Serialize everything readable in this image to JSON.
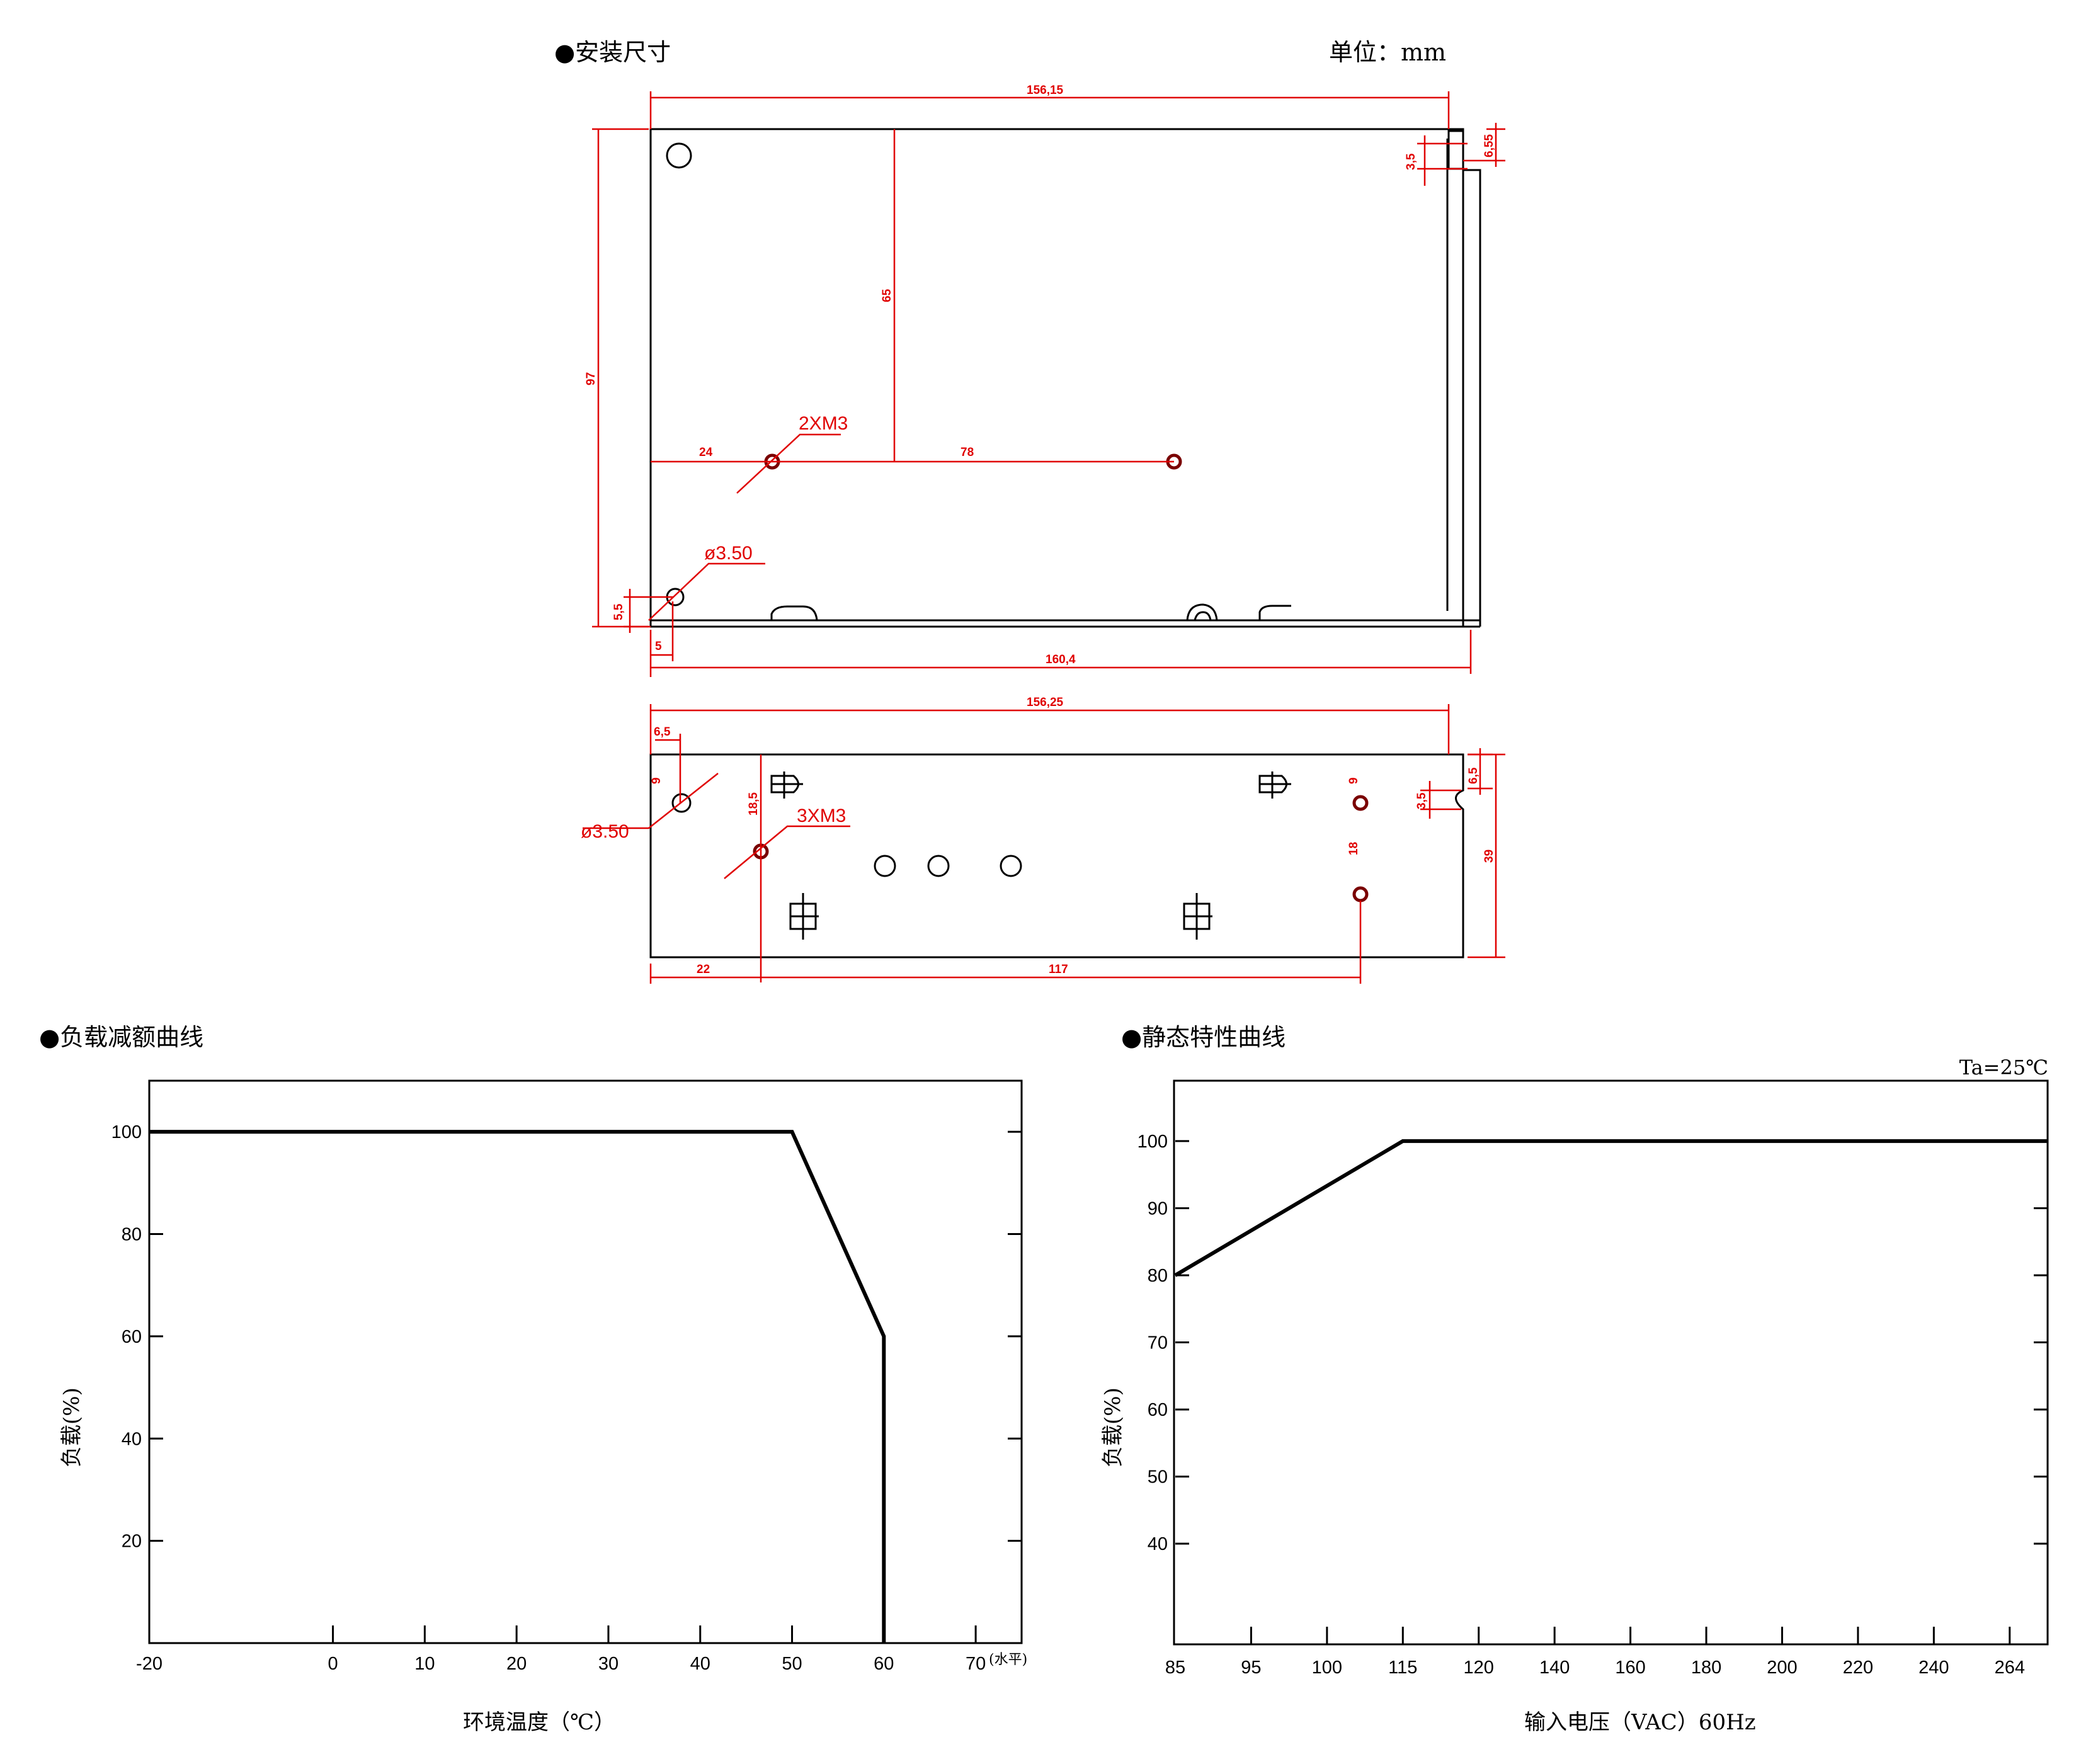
{
  "headers": {
    "install": "●安装尺寸",
    "unit": "单位：mm",
    "derating": "●负载减额曲线",
    "static": "●静态特性曲线"
  },
  "top_view": {
    "dims": {
      "overall_width": "156,15",
      "height": "97",
      "hole_from_top": "65",
      "hole_x1": "24",
      "hole_spacing": "78",
      "tab_small": "3,5",
      "tab_h": "6,55",
      "bottom_offset": "5,5",
      "left_offset": "5",
      "total_width": "160,4"
    },
    "callouts": {
      "screw": "2XM3",
      "hole": "ø3.50"
    }
  },
  "side_view": {
    "dims": {
      "overall_width": "156,25",
      "left_x": "6,5",
      "left_y": "9",
      "hole_y": "18,5",
      "right_top": "9",
      "right_spacing": "18",
      "tab_small": "3,5",
      "tab_h": "6,5",
      "height": "39",
      "left_span": "22",
      "hole_span": "117"
    },
    "callouts": {
      "screw": "3XM3",
      "hole": "ø3.50"
    }
  },
  "chart_data": [
    {
      "type": "line",
      "title": "负载减额曲线",
      "xlabel": "环境温度（℃）",
      "ylabel": "负载(%)",
      "x_ticks": [
        "-20",
        "0",
        "10",
        "20",
        "30",
        "40",
        "50",
        "60",
        "70"
      ],
      "y_ticks": [
        "20",
        "40",
        "60",
        "80",
        "100"
      ],
      "x_unit_note": "(水平)",
      "xlim": [
        -20,
        75
      ],
      "ylim": [
        0,
        110
      ],
      "series": [
        {
          "x": [
            -20,
            50,
            60,
            60
          ],
          "y": [
            100,
            100,
            60,
            0
          ]
        }
      ]
    },
    {
      "type": "line",
      "title": "静态特性曲线",
      "xlabel": "输入电压（VAC）60Hz",
      "ylabel": "负载(%)",
      "annotation": "Ta=25℃",
      "x_ticks": [
        "85",
        "95",
        "100",
        "115",
        "120",
        "140",
        "160",
        "180",
        "200",
        "220",
        "240",
        "264"
      ],
      "y_ticks": [
        "40",
        "50",
        "60",
        "70",
        "80",
        "90",
        "100"
      ],
      "ylim": [
        25,
        109
      ],
      "series": [
        {
          "x": [
            "85",
            "115",
            "264"
          ],
          "y": [
            80,
            100,
            100
          ]
        }
      ]
    }
  ]
}
